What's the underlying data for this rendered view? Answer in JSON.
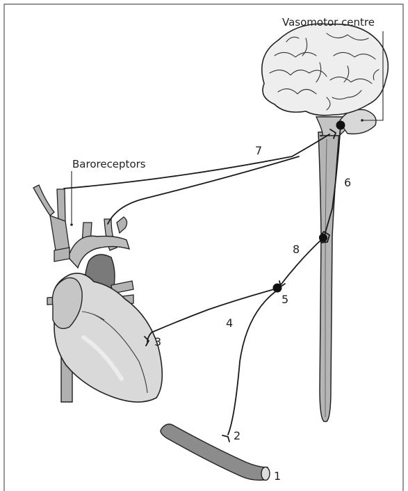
{
  "labels": {
    "vasomotor_centre": "Vasomotor centre",
    "baroreceptors": "Baroreceptors"
  },
  "numbers": [
    "1",
    "2",
    "3",
    "4",
    "5",
    "6",
    "7",
    "8"
  ],
  "colors": {
    "frame": "#555555",
    "organ_fill": "#bdbdbd",
    "organ_dark": "#7a7a7a",
    "heart_fill": "#d9d9d9",
    "nerve": "#1a1a1a",
    "brain_fill": "#eeeeee"
  }
}
